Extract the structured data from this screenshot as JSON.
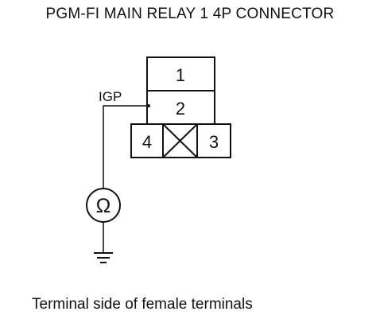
{
  "title": "PGM-FI MAIN RELAY 1 4P CONNECTOR",
  "connector": {
    "pins": [
      "1",
      "2",
      "4",
      "3"
    ]
  },
  "wire_label": "IGP",
  "meter_symbol": "Ω",
  "caption": "Terminal side of female terminals"
}
